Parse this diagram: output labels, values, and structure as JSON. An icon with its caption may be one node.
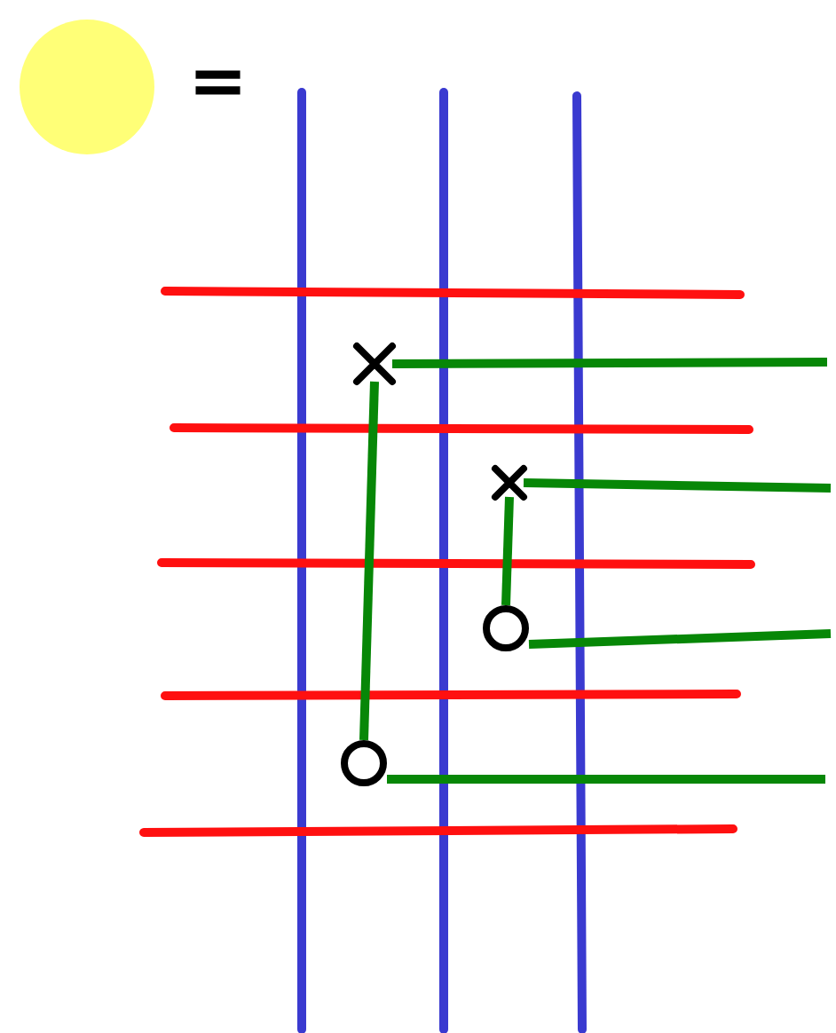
{
  "diagram": {
    "nodes": [
      {
        "text": [],
        "shape": "circle"
      },
      {
        "text": [],
        "shape": "cross"
      },
      {
        "text": [],
        "shape": "cross"
      },
      {
        "text": [],
        "shape": "circle"
      },
      {
        "text": [],
        "shape": "circle"
      }
    ],
    "edges": [
      {
        "from": 1,
        "to": 4,
        "arrow": "none"
      },
      {
        "from": 1,
        "to": null,
        "arrow": "none"
      },
      {
        "from": 2,
        "to": 3,
        "arrow": "none"
      },
      {
        "from": 2,
        "to": null,
        "arrow": "none"
      },
      {
        "from": 3,
        "to": null,
        "arrow": "none"
      },
      {
        "from": 4,
        "to": null,
        "arrow": "none"
      }
    ],
    "labels": [
      "="
    ]
  }
}
